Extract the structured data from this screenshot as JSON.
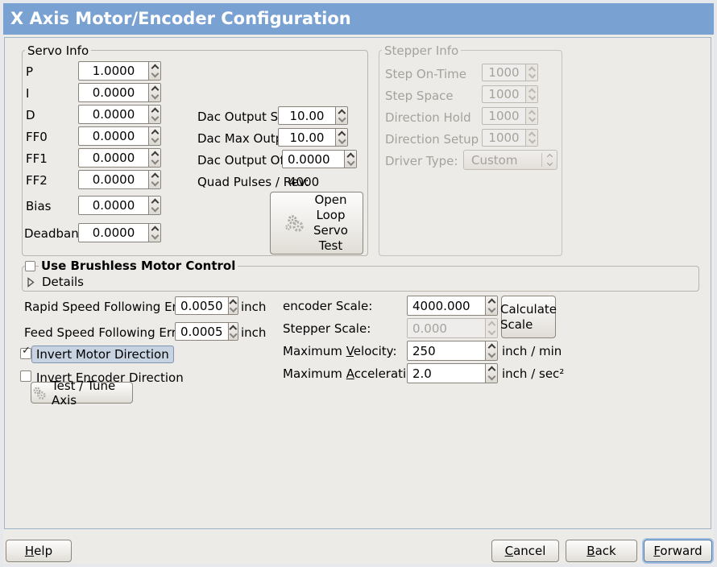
{
  "colors": {
    "titlebar_blue": "#79a1d2",
    "window_background": "#edebe7",
    "panel_border": "#9fb3c9",
    "focus_highlight": "#c8d3e2",
    "focus_ring_blue": "#4d79ad",
    "disabled_text": "#a5a29c"
  },
  "window": {
    "title": "X Axis Motor/Encoder Configuration"
  },
  "servo_info": {
    "legend": "Servo Info",
    "fields": [
      {
        "label": "P",
        "value": "1.0000"
      },
      {
        "label": "I",
        "value": "0.0000"
      },
      {
        "label": "D",
        "value": "0.0000"
      },
      {
        "label": "FF0",
        "value": "0.0000"
      },
      {
        "label": "FF1",
        "value": "0.0000"
      },
      {
        "label": "FF2",
        "value": "0.0000"
      },
      {
        "label": "Bias",
        "value": "0.0000"
      },
      {
        "label": "Deadband",
        "value": "0.0000"
      }
    ]
  },
  "dac": {
    "rows": [
      {
        "label": "Dac Output Scale:",
        "value": "10.00"
      },
      {
        "label": "Dac Max Output:",
        "value": "10.00"
      },
      {
        "label": "Dac Output Offset:",
        "value": "0.0000"
      }
    ],
    "quad_label": "Quad Pulses / Rev:",
    "quad_value": "4000"
  },
  "open_loop_button": {
    "icon": "gears-icon",
    "lines": [
      "Open",
      "Loop",
      "Servo",
      "Test"
    ]
  },
  "stepper_info": {
    "legend": "Stepper Info",
    "disabled": true,
    "fields": [
      {
        "label": "Step On-Time",
        "value": "1000"
      },
      {
        "label": "Step Space",
        "value": "1000"
      },
      {
        "label": "Direction Hold",
        "value": "1000"
      },
      {
        "label": "Direction Setup",
        "value": "1000"
      }
    ],
    "driver_type": {
      "label": "Driver Type:",
      "value": "Custom"
    }
  },
  "brushless": {
    "checkbox_label": "Use Brushless Motor Control",
    "checked": false,
    "details_label": "Details",
    "expanded": false
  },
  "following_error": {
    "rapid": {
      "label": "Rapid Speed Following Error:",
      "value": "0.0050",
      "unit": "inch"
    },
    "feed": {
      "label": "Feed Speed Following Error:",
      "value": "0.0005",
      "unit": "inch"
    }
  },
  "scale_section": {
    "encoder": {
      "label": "encoder Scale:",
      "value": "4000.000"
    },
    "stepper": {
      "label": "Stepper Scale:",
      "value": "0.000",
      "disabled": true
    },
    "velocity": {
      "pre": "Maximum ",
      "m": "V",
      "post": "elocity:",
      "value": "250",
      "unit": "inch / min"
    },
    "acceleration": {
      "pre": "Maximum ",
      "m": "A",
      "post": "cceleration:",
      "value": "2.0",
      "unit": "inch / sec²"
    },
    "calculate_button": {
      "lines": [
        "Calculate",
        "Scale"
      ]
    }
  },
  "direction": {
    "invert_motor": {
      "label": "Invert Motor Direction",
      "checked": true,
      "focused": true
    },
    "invert_encoder": {
      "label": "Invert Encoder Direction",
      "checked": false
    },
    "test_tune_button": {
      "icon": "gears-icon",
      "label": "Test / Tune Axis"
    }
  },
  "footer": {
    "help": {
      "pre": "",
      "m": "H",
      "post": "elp"
    },
    "cancel": {
      "pre": "",
      "m": "C",
      "post": "ancel"
    },
    "back": {
      "pre": "",
      "m": "B",
      "post": "ack"
    },
    "forward": {
      "pre": "",
      "m": "F",
      "post": "orward",
      "focused": true
    }
  }
}
